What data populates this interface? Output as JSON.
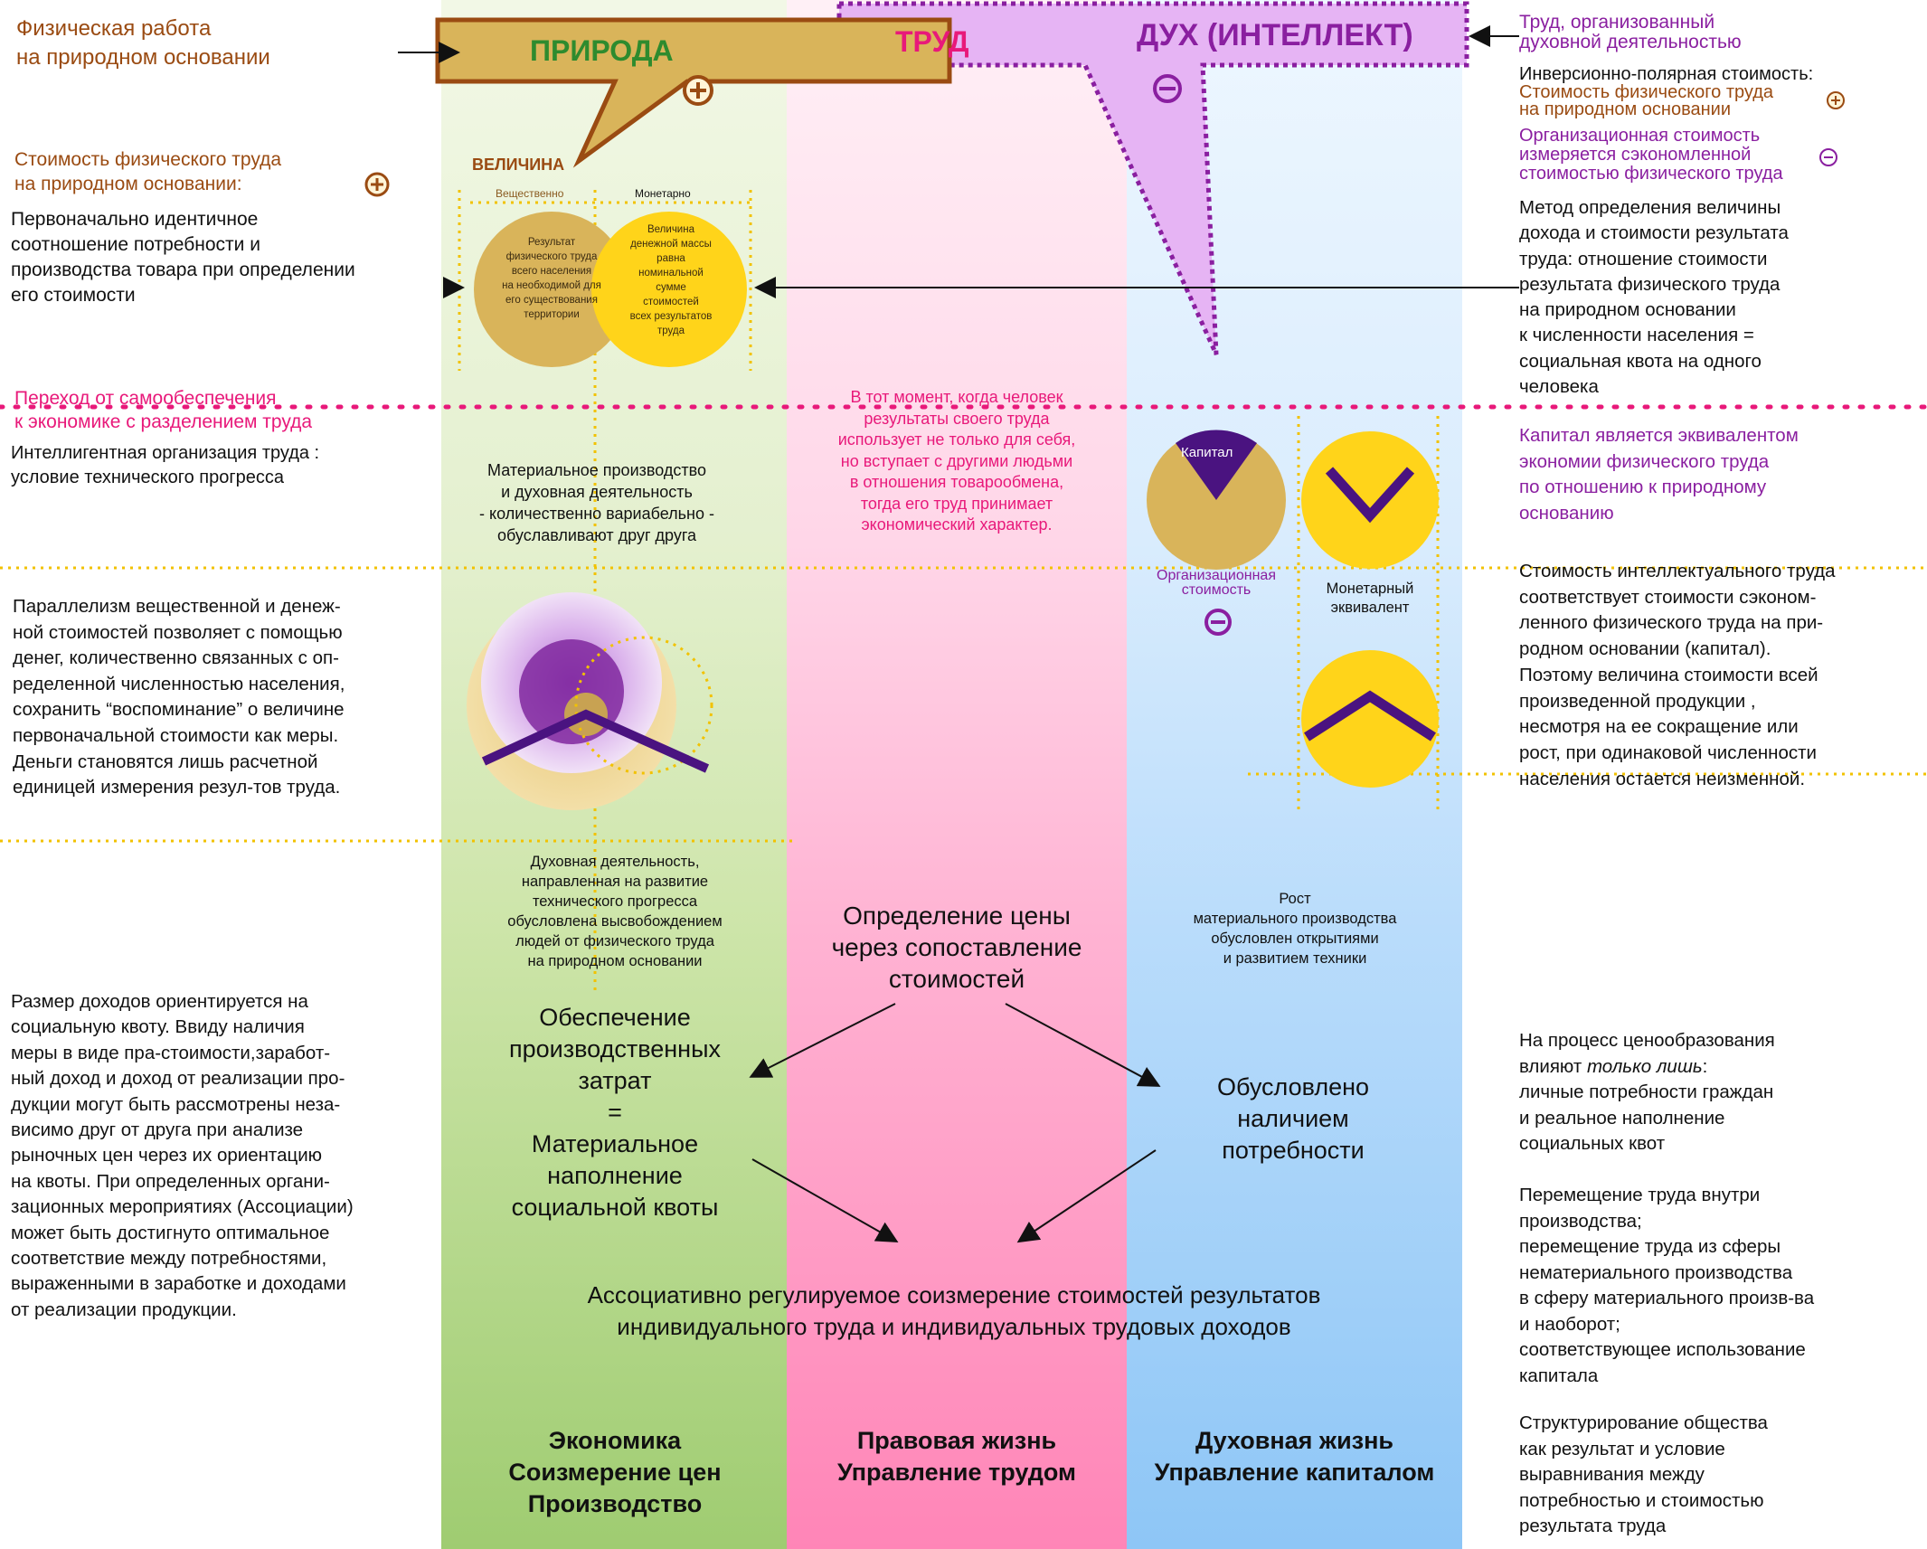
{
  "colors": {
    "green": "#9fcc71",
    "pink": "#ff85b7",
    "blue": "#8ec6f6",
    "brown": "#9a4b12",
    "magenta": "#e8197a",
    "purple": "#8a1fa0",
    "gold": "#d9b45a",
    "yellow": "#ffd41a"
  },
  "header": {
    "priroda": "ПРИРОДА",
    "trud": "ТРУД",
    "dukh": "ДУХ (ИНТЕЛЛЕКТ)"
  },
  "left": {
    "phys_work": "Физическая работа\nна природном основании",
    "cost_title": "Стоимость физического труда\nна природном основании:",
    "initial": "Первоначально идентичное\nсоотношение потребности и\nпроизводства товара при определении\nего стоимости",
    "transition": "Переход от самообеспечения\nк экономике с разделением труда",
    "intelligent": "Интеллигентная организация труда :\nусловие технического прогресса",
    "parallel": "Параллелизм вещественной и денеж-\nной стоимостей позволяет с помощью\nденег, количественно связанных с оп-\nределенной численностью населения,\nсохранить “воспоминание” о величине\nпервоначальной стоимости как меры.\nДеньги становятся лишь расчетной\nединицей измерения резул-тов труда.",
    "income": "Размер доходов ориентируется на\nсоциальную квоту. Ввиду наличия\nмеры в виде пра-стоимости,заработ-\nный доход и доход от реализации про-\nдукции могут быть рассмотрены неза-\nвисимо друг от друга при анализе\nрыночных цен через их ориентацию\nна квоты. При определенных органи-\nзационных мероприятиях (Ассоциации)\nможет быть достигнуто оптимальное\nсоответствие между потребностями,\nвыраженными в заработке и доходами\nот реализации продукции."
  },
  "green": {
    "velichina": "ВЕЛИЧИНА",
    "veshchestvenno": "Вещественно",
    "monetarno": "Монетарно",
    "circle1": "Результат\nфизического труда\nвсего населения\nна необходимой для\nего существования\nтерритории",
    "circle2": "Величина\nденежной массы\nравна\nноминальной\nсумме\nстоимостей\nвсех результатов\nтруда",
    "material": "Материальное производство\nи духовная деятельность\n- количественно вариабельно -\nобуславливают друг друга",
    "spiritual": "Духовная деятельность,\nнаправленная на развитие\nтехнического прогресса\nобусловлена высвобождением\nлюдей от физического труда\nна природном основании",
    "provision": "Обеспечение\nпроизводственных\nзатрат\n=\nМатериальное\nнаполнение\nсоциальной квоты",
    "bottom": "Экономика\nСоизмерение цен\nПроизводство"
  },
  "pink": {
    "moment": "В тот момент, когда человек\nрезультаты своего  труда\nиспользует не только для себя,\nно вступает с другими людьми\nв отношения товарообмена,\nтогда его труд принимает\nэкономический характер.",
    "price": "Определение цены\nчерез сопоставление\nстоимостей",
    "assoc": "Ассоциативно регулируемое  соизмерение стоимостей результатов\nиндивидуального труда и индивидуальных трудовых доходов",
    "bottom": "Правовая жизнь\nУправление трудом"
  },
  "blue": {
    "kapital": "Капитал",
    "org_cost": "Организационная\nстоимость",
    "monetary_eq": "Монетарный\nэквивалент",
    "growth": "Рост\nматериального производства\nобусловлен открытиями\nи развитием техники",
    "need": "Обусловлено\nналичием\nпотребности",
    "bottom": "Духовная жизнь\nУправление капиталом"
  },
  "right": {
    "organized": "Труд, организованный\nдуховной деятельностью",
    "inversion": "Инверсионно-полярная стоимость:",
    "phys_cost": "Стоимость физического труда\nна природном основании",
    "org_cost": "Организационная стоимость\nизмеряется сэкономленной\nстоимостью физического труда",
    "method": "Метод определения величины\nдохода и стоимости  результата\nтруда: отношение стоимости\nрезультата физического труда\nна природном основании\nк численности населения =\nсоциальная квота на одного\nчеловека",
    "capital_eq": "Капитал является эквивалентом\nэкономии физического труда\nпо отношению  к природному\nоснованию",
    "intellect": "Стоимость интеллектуального труда\nсоответствует стоимости сэконом-\nленного физического труда на при-\nродном основании (капитал).\nПоэтому величина стоимости всей\nпроизведенной продукции ,\nнесмотря на ее сокращение или\nрост, при одинаковой численности\nнаселения остается неизменной.",
    "pricing_a": "На процесс ценообразования\nвлияют ",
    "pricing_em": "только лишь",
    "pricing_b": ":\nличные потребности граждан\nи реальное наполнение\nсоциальных квот",
    "movement": "Перемещение труда внутри\nпроизводства;\nперемещение труда из сферы\nнематериального производства\nв сферу материального произв-ва\nи наоборот;\nсоответствующее использование\nкапитала",
    "structure": "Структурирование общества\nкак результат и условие\nвыравнивания между\nпотребностью и стоимостью\nрезультата труда"
  }
}
